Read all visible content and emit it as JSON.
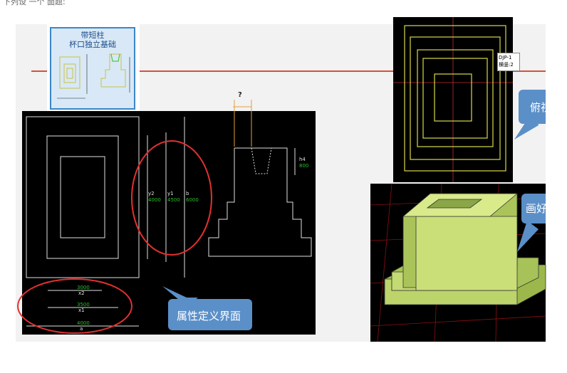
{
  "header_text": "下列设 一个 面题:",
  "thumbnail": {
    "title_line1": "带短柱",
    "title_line2": "杯口独立基础"
  },
  "property_panel": {
    "dim_labels": {
      "y2": "y2",
      "y1": "y1",
      "b": "b",
      "x2": "x2",
      "x1": "x1",
      "a": "a",
      "h4": "h4",
      "question": "?"
    },
    "dim_values": {
      "y2": "4000",
      "y1": "4500",
      "b": "6000",
      "x2": "3000",
      "x1": "3500",
      "a": "4000",
      "h4": "800"
    },
    "callout": "属性定义界面"
  },
  "top_view": {
    "tag_line1": "DJP-1",
    "tag_line2": "横竖:2",
    "callout": "俯视"
  },
  "view_3d": {
    "callout": "画好"
  },
  "colors": {
    "accent_red": "#d5513a",
    "callout_blue": "#5b8fc8",
    "dim_green": "#2bc02b",
    "plan_yellow": "#d8d84a",
    "solid_green": "#bcd46a",
    "ellipse_red": "#e23030"
  }
}
